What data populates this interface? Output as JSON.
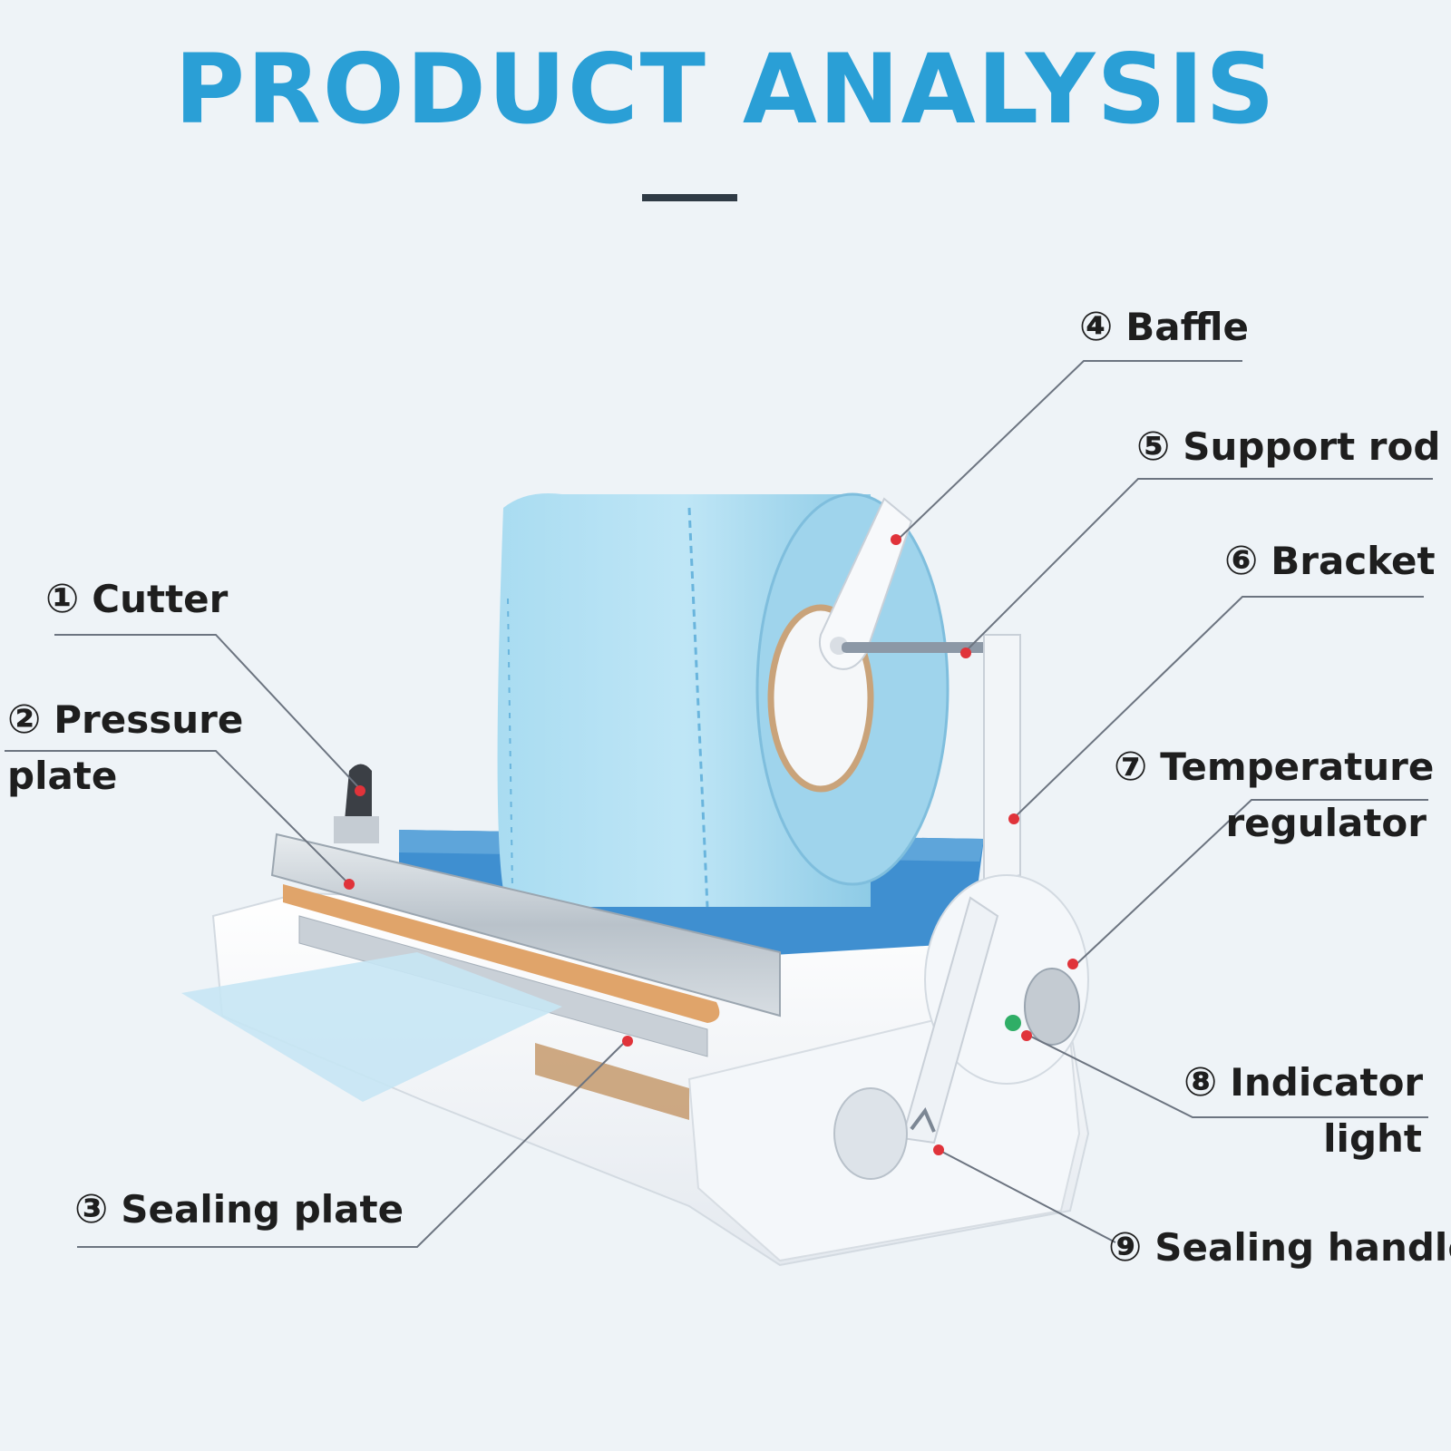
{
  "title": "PRODUCT ANALYSIS",
  "colors": {
    "title": "#2a9fd6",
    "background": "#eef3f7",
    "marker": "#e0333a",
    "roll_blue": "#9dd3ec",
    "machine_white": "#f7f9fb",
    "tray_blue": "#3f8fd0"
  },
  "labels": [
    {
      "number": "①",
      "line1": "Cutter",
      "line2": ""
    },
    {
      "number": "②",
      "line1": "Pressure",
      "line2": "plate"
    },
    {
      "number": "③",
      "line1": "Sealing plate",
      "line2": ""
    },
    {
      "number": "④",
      "line1": "Baffle",
      "line2": ""
    },
    {
      "number": "⑤",
      "line1": "Support rod",
      "line2": ""
    },
    {
      "number": "⑥",
      "line1": "Bracket",
      "line2": ""
    },
    {
      "number": "⑦",
      "line1": "Temperature",
      "line2": "regulator"
    },
    {
      "number": "⑧",
      "line1": "Indicator",
      "line2": "light"
    },
    {
      "number": "⑨",
      "line1": "Sealing handle",
      "line2": ""
    }
  ]
}
